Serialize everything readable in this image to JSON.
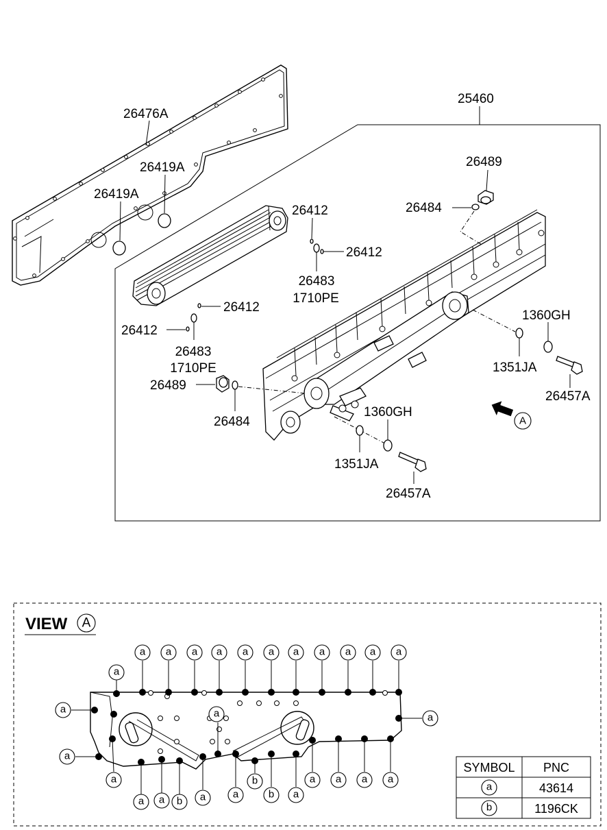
{
  "labels": {
    "gasket": "26476A",
    "assembly": "25460",
    "oring_a1": "26419A",
    "oring_a2": "26419A",
    "plug_top": "26489",
    "gasket_top": "26484",
    "oring_s1": "26412",
    "oring_s2": "26412",
    "oring_s3": "26412",
    "oring_s4": "26412",
    "oring_26483_top": "26483",
    "pnc_1710_top": "1710PE",
    "oring_26483_bot": "26483",
    "pnc_1710_bot": "1710PE",
    "plug_bot": "26489",
    "gasket_bot": "26484",
    "ring_1360_right": "1360GH",
    "ring_1351_right": "1351JA",
    "bolt_right": "26457A",
    "ring_1360_mid": "1360GH",
    "ring_1351_mid": "1351JA",
    "bolt_mid": "26457A",
    "view_arrow_letter": "A"
  },
  "view": {
    "title": "VIEW",
    "letter": "A",
    "symbol_a": "a",
    "symbol_b": "b"
  },
  "legend_table": {
    "headers": [
      "SYMBOL",
      "PNC"
    ],
    "rows": [
      {
        "symbol": "a",
        "pnc": "43614"
      },
      {
        "symbol": "b",
        "pnc": "1196CK"
      }
    ]
  }
}
